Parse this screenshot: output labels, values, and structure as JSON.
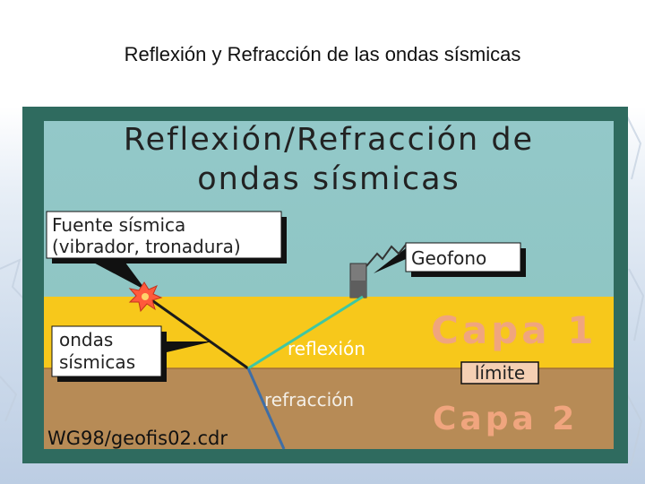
{
  "slide": {
    "title": "Reflexión y Refracción de las ondas sísmicas"
  },
  "figure": {
    "heading_line1": "Reflexión/Refracción de",
    "heading_line2": "ondas sísmicas",
    "source_label_line1": "Fuente sísmica",
    "source_label_line2": "(vibrador, tronadura)",
    "geophone_label": "Geofono",
    "waves_label_line1": "ondas",
    "waves_label_line2": "sísmicas",
    "reflection_label": "reflexión",
    "refraction_label": "refracción",
    "layer1_label": "Capa 1",
    "boundary_label": "límite",
    "layer2_label": "Capa 2",
    "credit": "WG98/geofis02.cdr"
  },
  "colors": {
    "sky": "#93c8c9",
    "frame": "#2f6b5f",
    "layer1": "#f7c81b",
    "layer2": "#b78b56",
    "layer_text": "#f0a57e",
    "reflection_ray": "#3fc7a2",
    "refraction_ray": "#3f6ea6",
    "incident_ray": "#1b1b1b",
    "explosion": "#ff5a3c"
  }
}
